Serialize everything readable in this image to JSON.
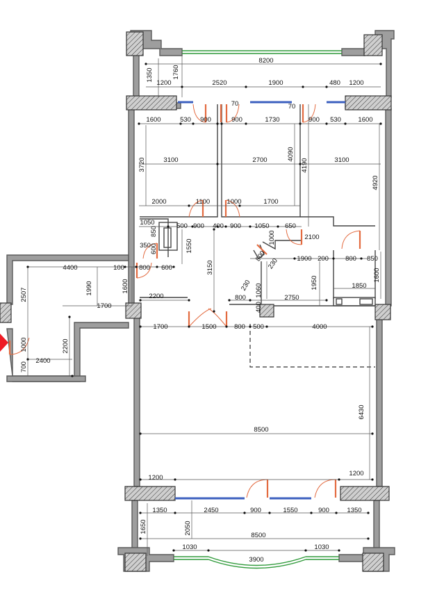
{
  "dimensions": {
    "top_total": "8200",
    "left_1350": "1350",
    "left_1760": "1760",
    "top_1200_l": "1200",
    "top_2520": "2520",
    "top_1900": "1900",
    "top_480": "480",
    "top_1200_r": "1200",
    "top_70_a": "70",
    "top_70_b": "70",
    "r1_1600_l": "1600",
    "r1_530_l": "530",
    "r1_900_a": "900",
    "r1_900_b": "900",
    "r1_1730": "1730",
    "r1_900_c": "900",
    "r1_530_r": "530",
    "r1_1600_r": "1600",
    "v_3720": "3720",
    "h_3100_l": "3100",
    "h_2700": "2700",
    "v_4090": "4090",
    "v_4190": "4190",
    "h_3100_r": "3100",
    "v_4920": "4920",
    "h_2000": "2000",
    "h_1100": "1100",
    "h_1000": "1000",
    "h_1700_mid": "1700",
    "h_1050_a": "1050",
    "h_500": "500",
    "h_900_d": "900",
    "h_400": "400",
    "h_900_e": "900",
    "h_1050_b": "1050",
    "h_650": "650",
    "v_850": "850",
    "v_600": "600",
    "v_1550": "1550",
    "h_350": "350",
    "v_1000_c": "1000",
    "h_2100": "2100",
    "h_800_hall": "800",
    "h_230_a": "230",
    "h_1900_b": "1900",
    "h_200": "200",
    "h_800_r": "800",
    "h_850_r": "850",
    "h_4400": "4400",
    "h_100": "100",
    "h_800_w": "800",
    "h_600_w": "600",
    "v_2507": "2507",
    "v_1990": "1990",
    "v_1600_w": "1600",
    "v_3150": "3150",
    "h_230_b": "230",
    "v_1950": "1950",
    "v_1600_r": "1600",
    "h_1850": "1850",
    "h_1700_w": "1700",
    "h_2200_c": "2200",
    "h_800_c": "800",
    "v_1060": "1060",
    "v_400": "400",
    "h_2750": "2750",
    "v_1000_w": "1000",
    "v_2200_w": "2200",
    "v_700": "700",
    "h_2400": "2400",
    "h_1700_l": "1700",
    "h_1500": "1500",
    "h_800_l": "800",
    "h_500_l": "500",
    "h_4000": "4000",
    "v_6430": "6430",
    "h_8500_mid": "8500",
    "h_1200_bl": "1200",
    "h_1200_br": "1200",
    "b_1350_l": "1350",
    "b_2450": "2450",
    "b_900_a": "900",
    "b_1550": "1550",
    "b_900_b": "900",
    "b_1350_r": "1350",
    "v_1650": "1650",
    "v_2050": "2050",
    "b_8500": "8500",
    "b_1030_l": "1030",
    "b_3900": "3900",
    "b_1030_r": "1030"
  }
}
